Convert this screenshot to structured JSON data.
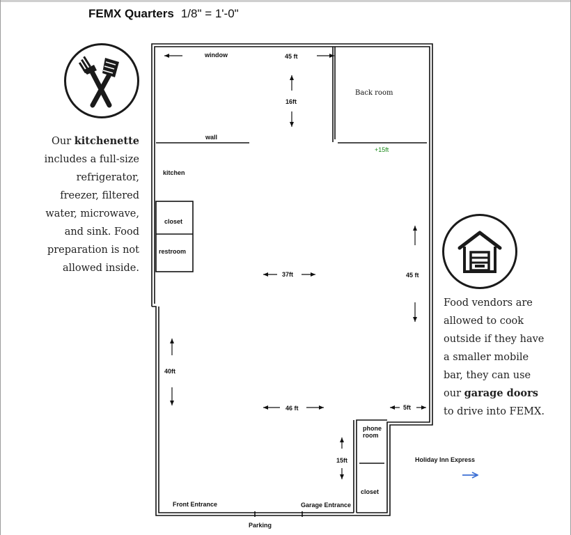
{
  "title": {
    "name": "FEMX Quarters",
    "scale": "1/8\" = 1'-0\""
  },
  "labels": {
    "window": "window",
    "top_width": "45 ft",
    "height_16": "16ft",
    "back_room": "Back room",
    "wall": "wall",
    "plus15": "+15ft",
    "kitchen": "kitchen",
    "closet": "closet",
    "restroom": "restroom",
    "mid_width": "37ft",
    "right_height": "45 ft",
    "left_height": "40ft",
    "bottom_width": "46 ft",
    "notch_width": "5ft",
    "phone_room_1": "phone",
    "phone_room_2": "room",
    "height_15": "15ft",
    "closet2": "closet",
    "front_entrance": "Front Entrance",
    "garage_entrance": "Garage Entrance",
    "parking": "Parking",
    "holiday_inn": "Holiday Inn Express"
  },
  "left_blurb": {
    "pre": "Our ",
    "bold": "kitchenette",
    "post": " includes a full-size refrigerator, freezer, filtered water, microwave, and sink. Food preparation is not allowed inside."
  },
  "right_blurb": {
    "pre": "Food vendors are allowed to cook outside if they have a smaller mobile bar, they can use our ",
    "bold": "garage doors",
    "post": " to drive into FEMX."
  },
  "icons": {
    "left": "fork-spatula-icon",
    "right": "garage-icon",
    "arrow": "arrow-right-icon"
  },
  "colors": {
    "accent_arrow": "#3b6fd4",
    "green_note": "#1a8a1a"
  }
}
